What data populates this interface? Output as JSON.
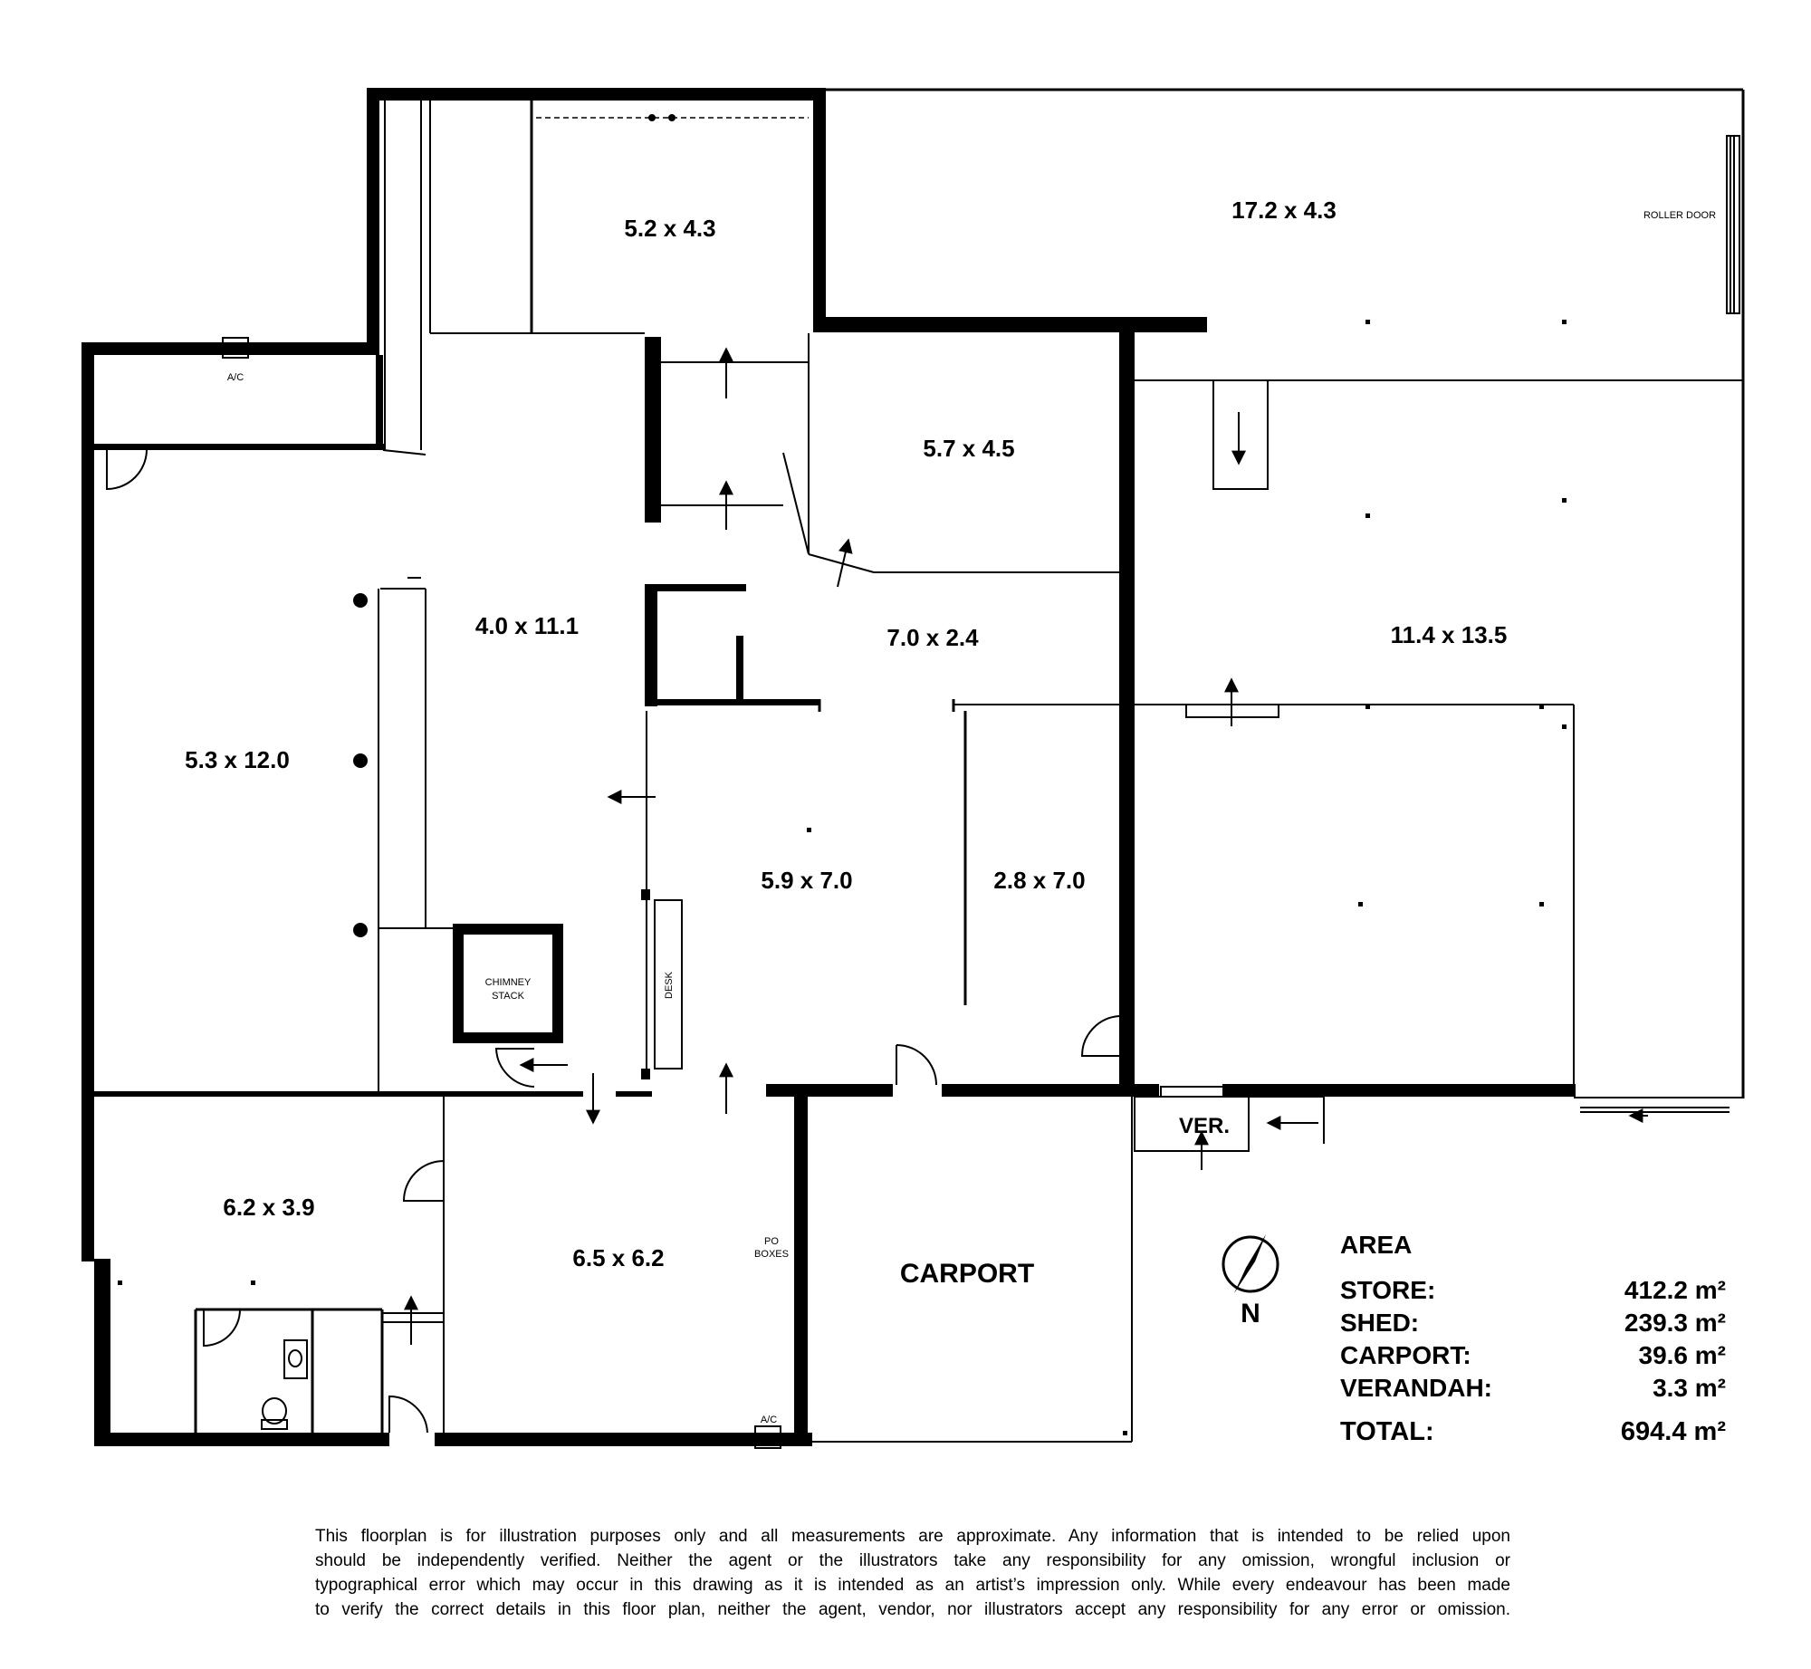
{
  "rooms": [
    {
      "id": "r1",
      "label": "5.2 x 4.3"
    },
    {
      "id": "r2",
      "label": "17.2 x 4.3"
    },
    {
      "id": "r3",
      "label": "5.7 x 4.5"
    },
    {
      "id": "r4",
      "label": "4.0 x 11.1"
    },
    {
      "id": "r5",
      "label": "7.0 x 2.4"
    },
    {
      "id": "r6",
      "label": "11.4 x 13.5"
    },
    {
      "id": "r7",
      "label": "5.3 x 12.0"
    },
    {
      "id": "r8",
      "label": "5.9 x 7.0"
    },
    {
      "id": "r9",
      "label": "2.8 x 7.0"
    },
    {
      "id": "r10",
      "label": "6.2 x 3.9"
    },
    {
      "id": "r11",
      "label": "6.5 x 6.2"
    },
    {
      "id": "r12",
      "label": "CARPORT"
    }
  ],
  "fixtures": {
    "roller_door": "ROLLER DOOR",
    "ac_top": "A/C",
    "ac_bottom": "A/C",
    "chimney_1": "CHIMNEY",
    "chimney_2": "STACK",
    "desk": "DESK",
    "po_1": "PO",
    "po_2": "BOXES",
    "verandah": "VER."
  },
  "compass": {
    "label": "N"
  },
  "area": {
    "title": "AREA",
    "rows": [
      {
        "label": "STORE:",
        "value": "412.2 m²"
      },
      {
        "label": "SHED:",
        "value": "239.3 m²"
      },
      {
        "label": "CARPORT:",
        "value": "39.6 m²"
      },
      {
        "label": "VERANDAH:",
        "value": "3.3 m²"
      }
    ],
    "total_label": "TOTAL:",
    "total_value": "694.4 m²"
  },
  "disclaimer": [
    "This floorplan is for illustration purposes only and all measurements are approximate. Any information that is intended to be relied upon",
    "should be independently verified. Neither the agent or the illustrators take any responsibility for any omission, wrongful inclusion or",
    "typographical error which may occur in this drawing as it is intended as an artist’s impression only. While every endeavour has been made",
    "to verify the correct details in this floor plan, neither the agent, vendor, nor illustrators accept any responsibility for any error or omission."
  ]
}
